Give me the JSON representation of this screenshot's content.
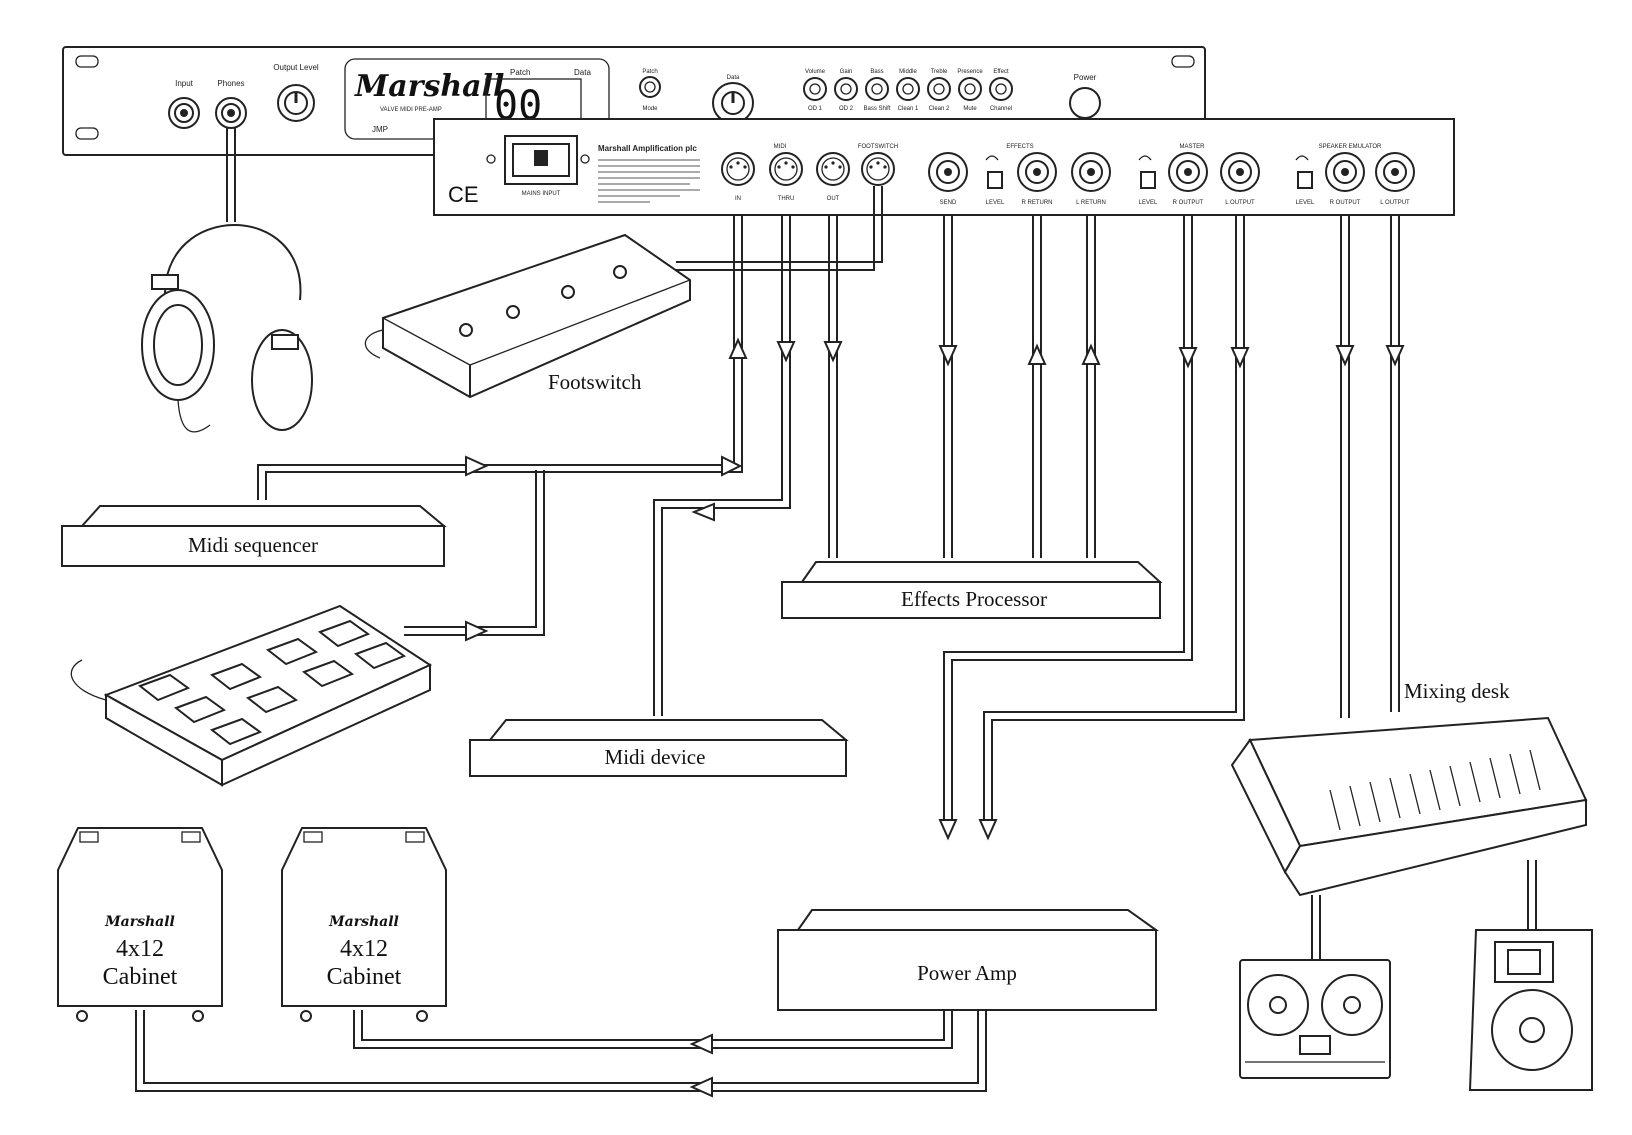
{
  "front_panel": {
    "brand": "Marshall",
    "model": "VALVE MIDI PRE-AMP",
    "model_short": "JMP",
    "input_label": "Input",
    "phones_label": "Phones",
    "output_level_label": "Output Level",
    "patch_label": "Patch",
    "data_label": "Data",
    "display_value": "00",
    "mode_label": "Mode",
    "power_label": "Power",
    "knobs": [
      "Volume",
      "Gain",
      "Bass",
      "Middle",
      "Treble",
      "Presence",
      "Effect"
    ],
    "channels": [
      "OD 1",
      "OD 2",
      "Bass Shift",
      "Clean 1",
      "Clean 2",
      "Mute",
      "Channel"
    ]
  },
  "rear_panel": {
    "company": "Marshall Amplification plc",
    "mains_label": "MAINS INPUT",
    "ce_mark": "CE",
    "sections": {
      "midi": "MIDI",
      "footswitch": "FOOTSWITCH",
      "effects": "EFFECTS",
      "master": "MASTER",
      "speaker_emulator": "SPEAKER EMULATOR"
    },
    "midi_jacks": [
      "IN",
      "THRU",
      "OUT"
    ],
    "effects_jacks": [
      "SEND",
      "LEVEL",
      "R RETURN",
      "L RETURN"
    ],
    "master_jacks": [
      "LEVEL",
      "R OUTPUT",
      "L OUTPUT"
    ],
    "speaker_jacks": [
      "LEVEL",
      "R OUTPUT",
      "L OUTPUT"
    ]
  },
  "devices": {
    "footswitch": "Footswitch",
    "midi_sequencer": "Midi sequencer",
    "effects_processor": "Effects Processor",
    "midi_device": "Midi device",
    "mixing_desk": "Mixing desk",
    "power_amp": "Power Amp",
    "cabinet_brand": "Marshall",
    "cabinet_size": "4x12",
    "cabinet_word": "Cabinet"
  }
}
